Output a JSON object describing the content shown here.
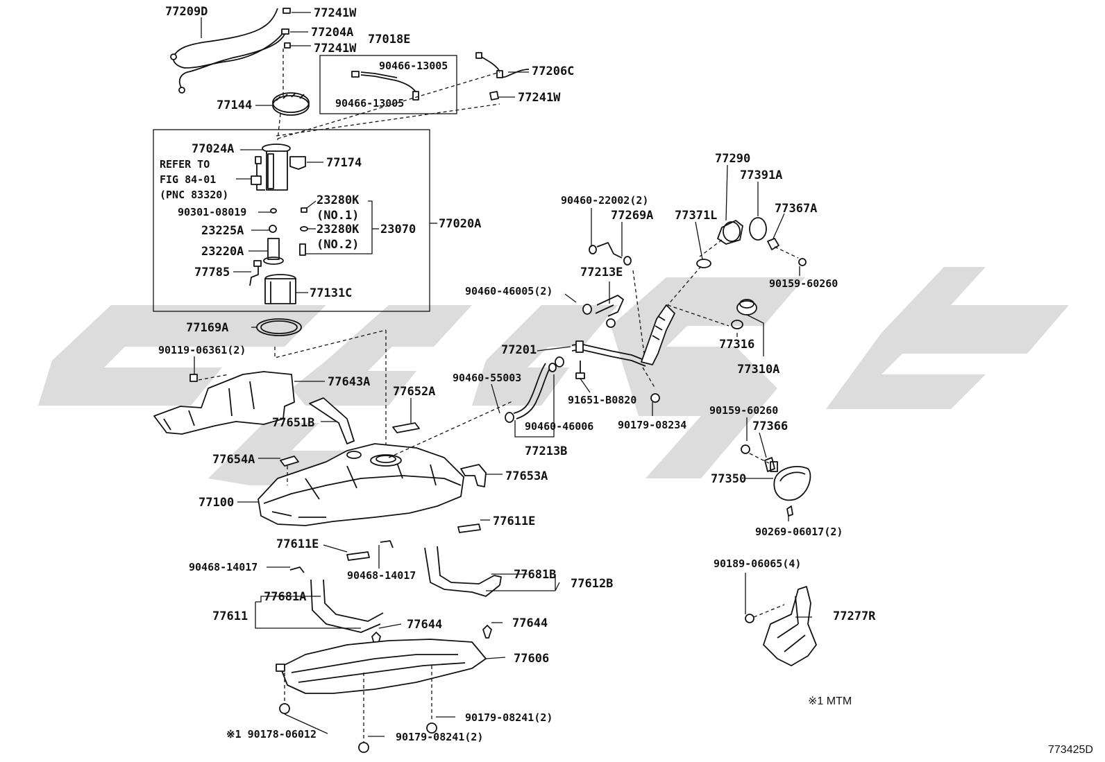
{
  "diagram_id": "773425D",
  "note": "※1 MTM",
  "reference": [
    "REFER TO",
    "FIG 84-01",
    "(PNC 83320)"
  ],
  "labels": {
    "p77209D": "77209D",
    "p77241W_1": "77241W",
    "p77204A": "77204A",
    "p77241W_2": "77241W",
    "p77018E": "77018E",
    "p90466_a": "90466-13005",
    "p90466_b": "90466-13005",
    "p77206C": "77206C",
    "p77241W_3": "77241W",
    "p77144": "77144",
    "p77024A": "77024A",
    "p77174": "77174",
    "p90301": "90301-08019",
    "p23280K_1": "23280K",
    "no1": "(NO.1)",
    "p23225A": "23225A",
    "p23280K_2": "23280K",
    "no2": "(NO.2)",
    "p23070": "23070",
    "p77020A": "77020A",
    "p23220A": "23220A",
    "p77785": "77785",
    "p77131C": "77131C",
    "p77169A": "77169A",
    "p90119": "90119-06361(2)",
    "p77643A": "77643A",
    "p77652A": "77652A",
    "p77651B": "77651B",
    "p77654A": "77654A",
    "p77653A": "77653A",
    "p77100": "77100",
    "p77611E_1": "77611E",
    "p77611E_2": "77611E",
    "p90468_a": "90468-14017",
    "p90468_b": "90468-14017",
    "p77681B": "77681B",
    "p77612B": "77612B",
    "p77681A": "77681A",
    "p77611": "77611",
    "p77644_1": "77644",
    "p77644_2": "77644",
    "p77606": "77606",
    "p90178": "※1 90178-06012",
    "p90179_a": "90179-08241(2)",
    "p90179_b": "90179-08241(2)",
    "p90460_22002": "90460-22002(2)",
    "p77269A": "77269A",
    "p77213E": "77213E",
    "p90460_46005": "90460-46005(2)",
    "p77201": "77201",
    "p90460_55003": "90460-55003",
    "p90460_46006": "90460-46006",
    "p77213B": "77213B",
    "p91651": "91651-B0820",
    "p90179_08234": "90179-08234",
    "p77290": "77290",
    "p77391A": "77391A",
    "p77367A": "77367A",
    "p77371L": "77371L",
    "p90159_a": "90159-60260",
    "p77316": "77316",
    "p77310A": "77310A",
    "p90159_b": "90159-60260",
    "p77366": "77366",
    "p77350": "77350",
    "p90269": "90269-06017(2)",
    "p90189": "90189-06065(4)",
    "p77277R": "77277R"
  }
}
